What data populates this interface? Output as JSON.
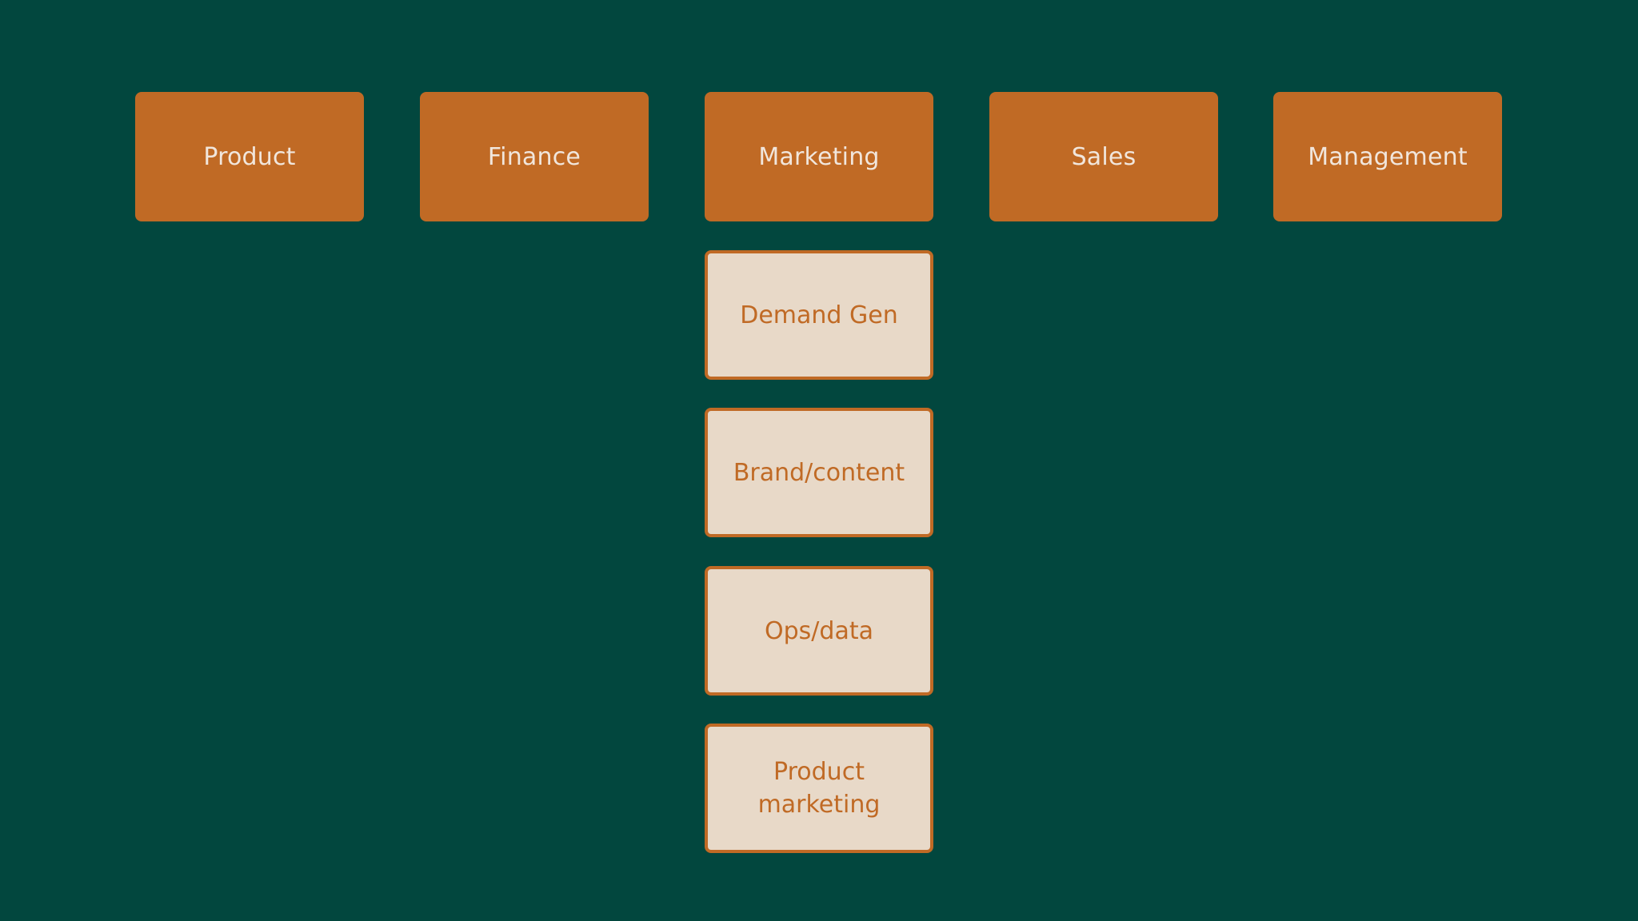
{
  "departments": [
    {
      "label": "Product"
    },
    {
      "label": "Finance"
    },
    {
      "label": "Marketing"
    },
    {
      "label": "Sales"
    },
    {
      "label": "Management"
    }
  ],
  "marketing_subteams": [
    {
      "label": "Demand Gen"
    },
    {
      "label": "Brand/content"
    },
    {
      "label": "Ops/data"
    },
    {
      "label": "Product marketing"
    }
  ],
  "colors": {
    "background": "#02473e",
    "department_fill": "#c06a25",
    "department_text": "#f1e6dc",
    "subteam_fill": "#e8d9c8",
    "subteam_border": "#c06a25",
    "subteam_text": "#c06a25"
  }
}
